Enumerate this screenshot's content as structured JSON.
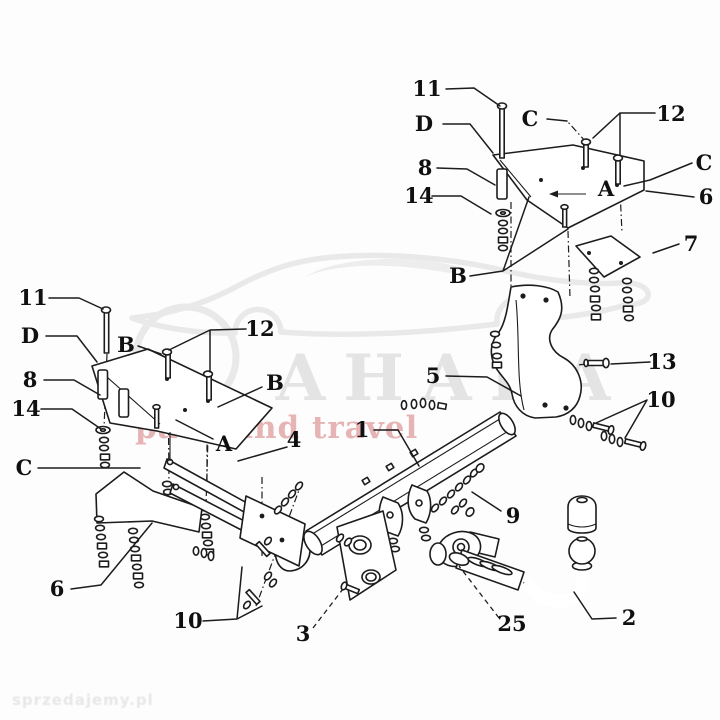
{
  "figure": {
    "type": "exploded-parts-diagram",
    "subject": "towbar / trailer hitch assembly",
    "background": "#ffffff",
    "line_color": "#1c1c1c"
  },
  "watermarks": {
    "brand": "AHAKA",
    "slogan": "pack and travel",
    "corner": "sprzedajemy.pl",
    "brand_color": "#e4e4e4",
    "slogan_color": "#c85050"
  },
  "labels": [
    {
      "id": "11-right",
      "text": "11"
    },
    {
      "id": "D-right",
      "text": "D"
    },
    {
      "id": "C-right-1",
      "text": "C"
    },
    {
      "id": "12-right",
      "text": "12"
    },
    {
      "id": "C-right-2",
      "text": "C"
    },
    {
      "id": "8-right",
      "text": "8"
    },
    {
      "id": "14-right",
      "text": "14"
    },
    {
      "id": "A-right",
      "text": "A"
    },
    {
      "id": "6-right",
      "text": "6"
    },
    {
      "id": "7",
      "text": "7"
    },
    {
      "id": "B-right",
      "text": "B"
    },
    {
      "id": "13",
      "text": "13"
    },
    {
      "id": "10-right",
      "text": "10"
    },
    {
      "id": "5",
      "text": "5"
    },
    {
      "id": "9",
      "text": "9"
    },
    {
      "id": "1",
      "text": "1"
    },
    {
      "id": "2",
      "text": "2"
    },
    {
      "id": "25",
      "text": "25"
    },
    {
      "id": "3",
      "text": "3"
    },
    {
      "id": "10-left",
      "text": "10"
    },
    {
      "id": "6-left",
      "text": "6"
    },
    {
      "id": "C-left",
      "text": "C"
    },
    {
      "id": "14-left",
      "text": "14"
    },
    {
      "id": "8-left",
      "text": "8"
    },
    {
      "id": "D-left",
      "text": "D"
    },
    {
      "id": "11-left",
      "text": "11"
    },
    {
      "id": "12-left",
      "text": "12"
    },
    {
      "id": "B-left-1",
      "text": "B"
    },
    {
      "id": "B-left-2",
      "text": "B"
    },
    {
      "id": "A-left",
      "text": "A"
    },
    {
      "id": "4",
      "text": "4"
    }
  ]
}
